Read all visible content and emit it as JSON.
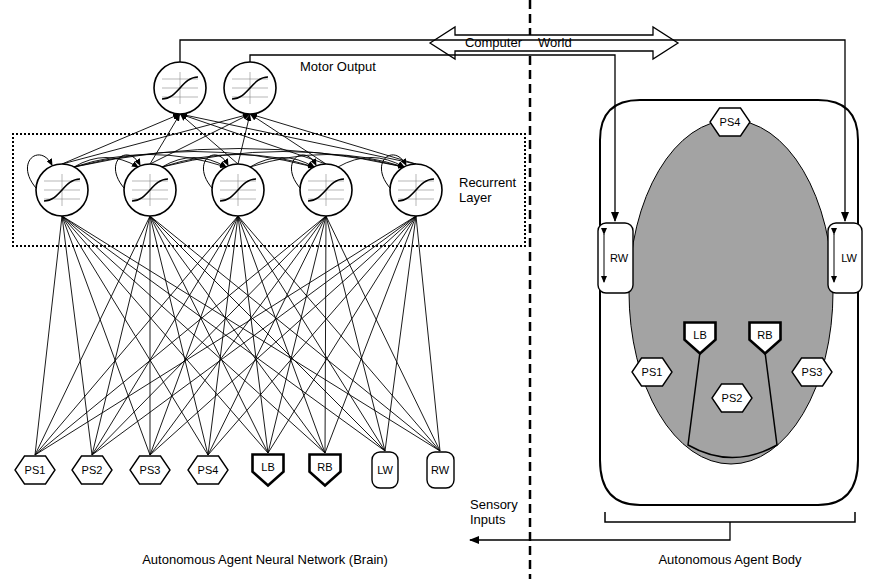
{
  "diagram": {
    "nodes": [
      {
        "text": [
          "Recurrent Layer"
        ]
      },
      {
        "text": [
          "PS1"
        ]
      },
      {
        "text": [
          "PS2"
        ]
      },
      {
        "text": [
          "PS3"
        ]
      },
      {
        "text": [
          "PS4"
        ]
      },
      {
        "text": [
          "LB"
        ]
      },
      {
        "text": [
          "RB"
        ]
      },
      {
        "text": [
          "LW"
        ]
      },
      {
        "text": [
          "RW"
        ]
      },
      {
        "text": [
          "PS4"
        ]
      },
      {
        "text": [
          "RW"
        ]
      },
      {
        "text": [
          "LW"
        ]
      },
      {
        "text": [
          "LB"
        ]
      },
      {
        "text": [
          "RB"
        ]
      },
      {
        "text": [
          "PS1"
        ]
      },
      {
        "text": [
          "PS2"
        ]
      },
      {
        "text": [
          "PS3"
        ]
      }
    ],
    "labels": [
      "Computer",
      "World",
      "Motor Output",
      "Sensory Inputs",
      "Autonomous Agent Neural Network (Brain)",
      "Autonomous Agent Body"
    ]
  }
}
